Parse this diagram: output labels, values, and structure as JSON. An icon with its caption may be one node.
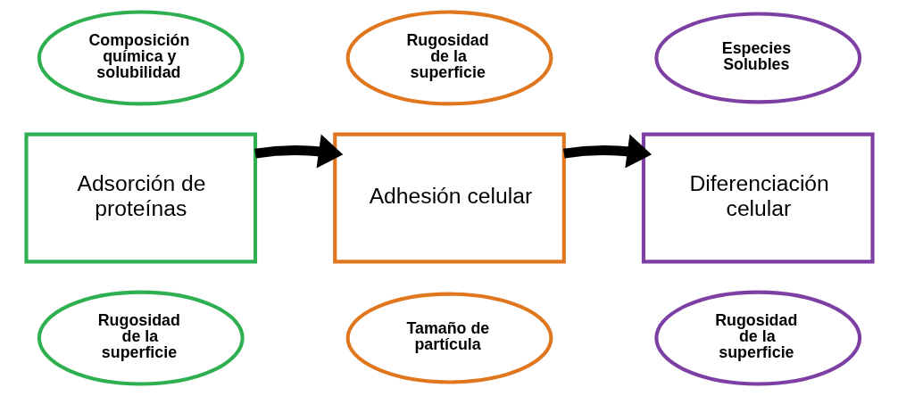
{
  "diagram": {
    "nodes": [
      {
        "text": [
          "Composición química y solubilidad"
        ]
      },
      {
        "text": [
          "Rugosidad de la superficie"
        ]
      },
      {
        "text": [
          "Especies Solubles"
        ]
      },
      {
        "text": [
          "Adsorción de proteínas"
        ]
      },
      {
        "text": [
          "Adhesión celular"
        ]
      },
      {
        "text": [
          "Diferenciación celular"
        ]
      },
      {
        "text": [
          "Rugosidad de la superficie"
        ]
      },
      {
        "text": [
          "Tamaño de partícula"
        ]
      },
      {
        "text": [
          "Rugosidad de la superficie"
        ]
      }
    ],
    "edges": [
      {
        "from": 3,
        "to": 4,
        "arrow": "to"
      },
      {
        "from": 4,
        "to": 5,
        "arrow": "to"
      }
    ]
  }
}
